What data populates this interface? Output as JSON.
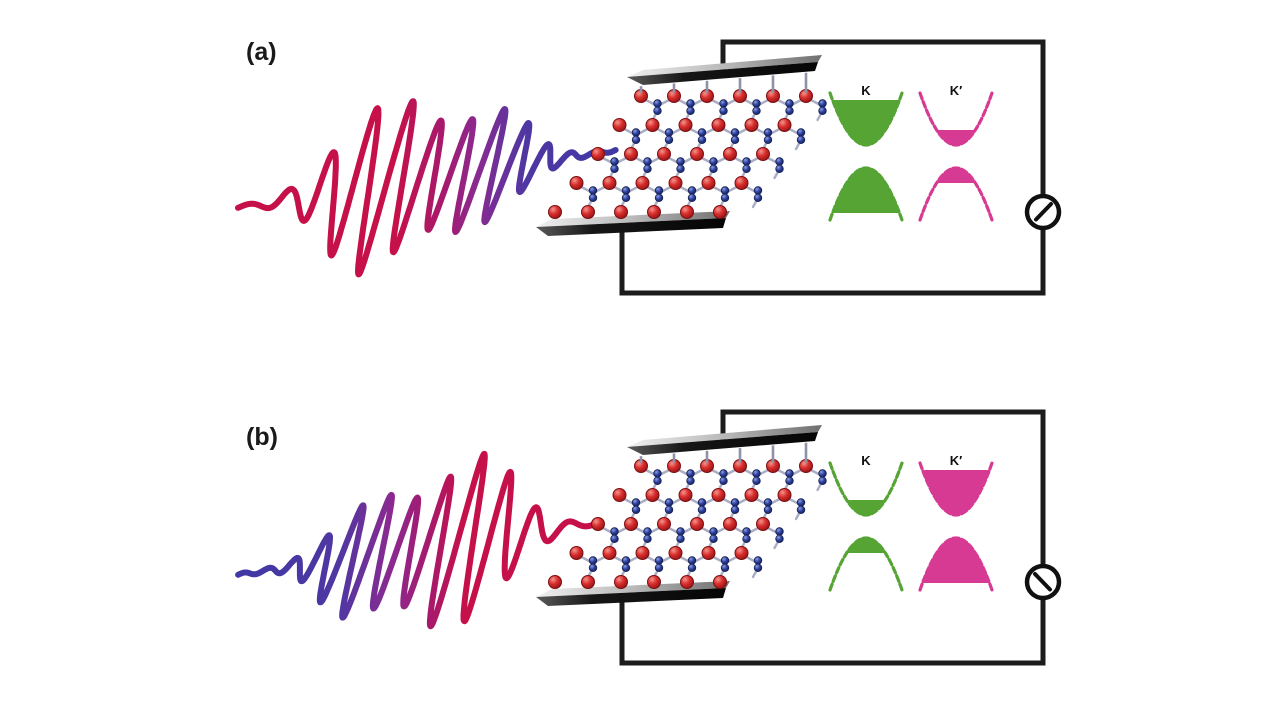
{
  "figure": {
    "background": "#ffffff",
    "description": "Chirped laser pulse exciting a two-dimensional hexagonal crystal between two electrodes in a closed circuit with an ammeter; valley-selective band populations at K and K-prime",
    "panels": [
      {
        "label": "(a)",
        "pulse": {
          "direction": "red-to-blue",
          "leading_color": "#c5104a",
          "trailing_color": "#4038a4"
        },
        "valleys": [
          {
            "name": "K",
            "color": "#55a434",
            "population": "large"
          },
          {
            "name": "K′",
            "color": "#d73a92",
            "population": "small"
          }
        ],
        "ammeter": {
          "needle": "up-right"
        }
      },
      {
        "label": "(b)",
        "pulse": {
          "direction": "blue-to-red",
          "leading_color": "#4038a4",
          "trailing_color": "#c5104a"
        },
        "valleys": [
          {
            "name": "K",
            "color": "#55a434",
            "population": "small"
          },
          {
            "name": "K′",
            "color": "#d73a92",
            "population": "large"
          }
        ],
        "ammeter": {
          "needle": "up-left"
        }
      }
    ],
    "colors": {
      "wave_red": "#c5104a",
      "wave_purple": "#8a2a90",
      "wave_blue": "#4038a4",
      "atom_red": "#cb2227",
      "atom_blue": "#2c3f9c",
      "bond": "#a9aec5",
      "stub": "#8f93a8",
      "wire": "#1c1c1c",
      "electrode_light": "#ececec",
      "electrode_dark": "#0b0b0b",
      "valley_green": "#55a434",
      "valley_pink": "#d73a92",
      "label": "#1a1a1a"
    }
  }
}
